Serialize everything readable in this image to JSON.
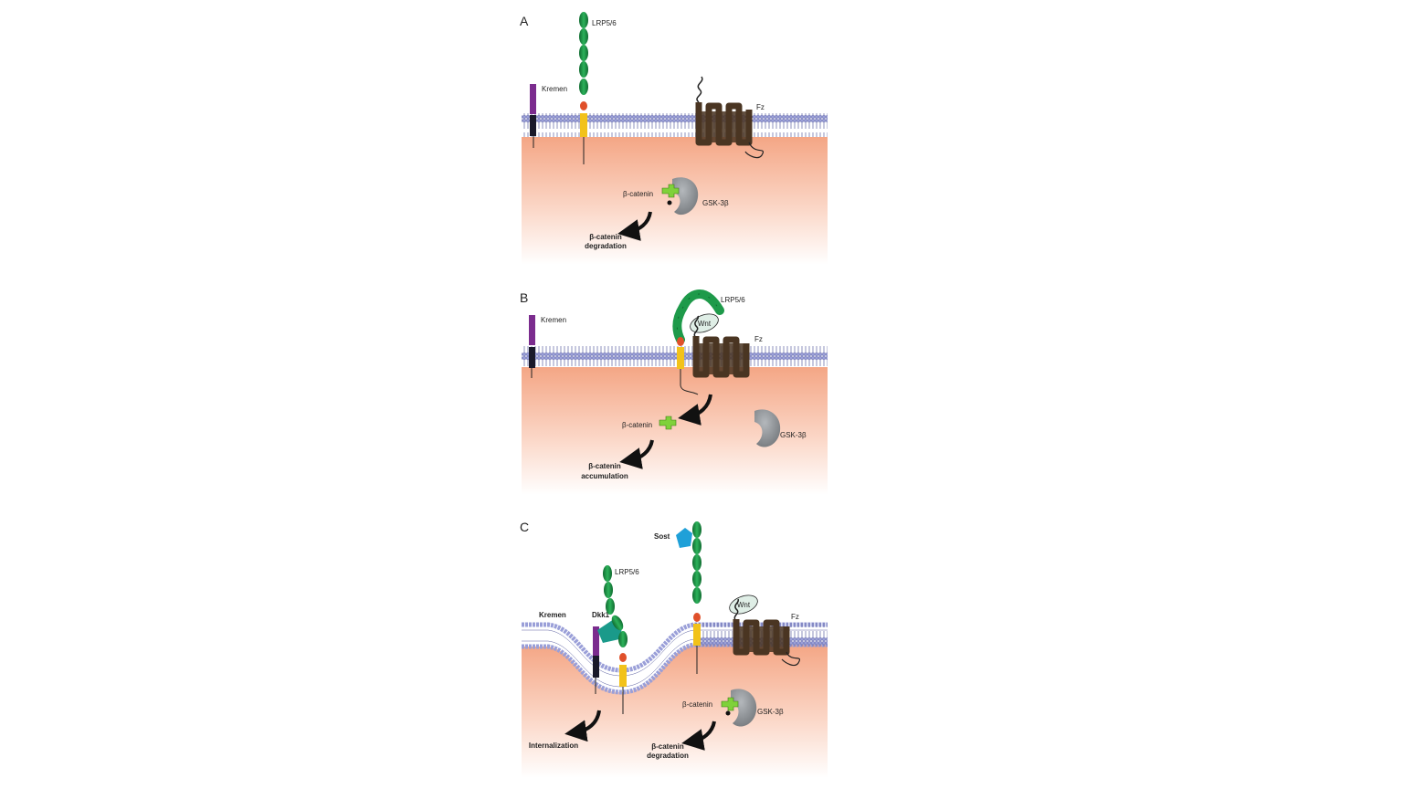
{
  "panels": [
    {
      "letter": "A",
      "labels": {
        "lrp": "LRP5/6",
        "kremen": "Kremen",
        "fz": "Fz",
        "bcat": "β-catenin",
        "gsk": "GSK-3β",
        "outcome_1": "β-catenin",
        "outcome_2": "degradation"
      }
    },
    {
      "letter": "B",
      "labels": {
        "lrp": "LRP5/6",
        "kremen": "Kremen",
        "fz": "Fz",
        "wnt": "Wnt",
        "bcat": "β-catenin",
        "gsk": "GSK-3β",
        "outcome_1": "β-catenin",
        "outcome_2": "accumulation"
      }
    },
    {
      "letter": "C",
      "labels": {
        "sost": "Sost",
        "lrp": "LRP5/6",
        "kremen": "Kremen",
        "dkk1": "Dkk1",
        "fz": "Fz",
        "wnt": "Wnt",
        "bcat": "β-catenin",
        "gsk": "GSK-3β",
        "internalization": "Internalization",
        "outcome_1": "β-catenin",
        "outcome_2": "degradation"
      }
    }
  ],
  "colors": {
    "membrane_head": "#9a9fd8",
    "membrane_line": "#5a5fa0",
    "cytoplasm_top": "#f4a685",
    "cytoplasm_bottom": "#ffffff",
    "lrp": "#1e9a4a",
    "lrp_dark": "#0f6a30",
    "lrp_junction": "#e0502a",
    "lrp_tm": "#f2c21a",
    "kremen": "#7b2c8e",
    "kremen_tm": "#1a1a2a",
    "fz": "#4a3522",
    "gsk": "#8e9296",
    "bcat": "#7fd13a",
    "sost": "#1fa0d8",
    "dkk1": "#1a9a8a",
    "wnt": "#dfeee6"
  }
}
